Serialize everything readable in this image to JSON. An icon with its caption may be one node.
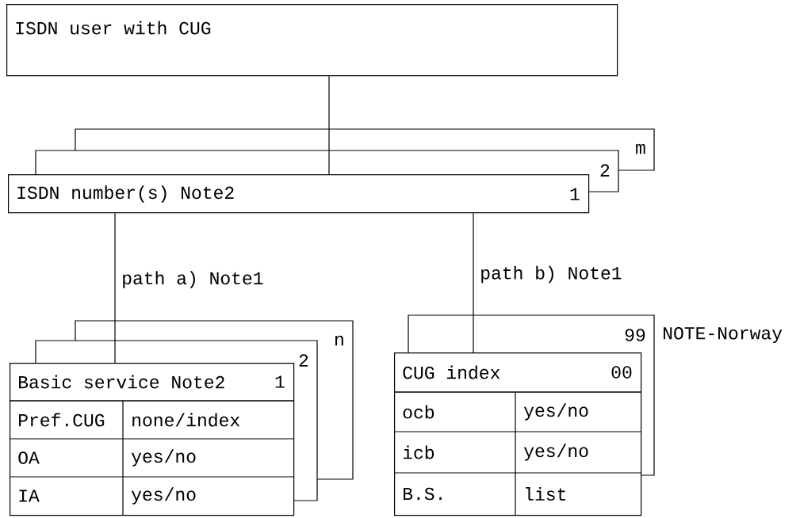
{
  "diagram": {
    "nodes": [
      {
        "text": [
          "ISDN user with CUG"
        ]
      },
      {
        "text": [
          "ISDN number(s) Note2",
          "1"
        ]
      },
      {
        "text": [
          "Basic service Note2",
          "1"
        ]
      },
      {
        "text": [
          "CUG index",
          "00"
        ]
      }
    ],
    "edges": [
      {
        "from": 0,
        "to": 1,
        "arrow": "none"
      },
      {
        "from": 1,
        "to": 2,
        "arrow": "none",
        "label": "path a) Note1"
      },
      {
        "from": 1,
        "to": 3,
        "arrow": "none",
        "label": "path b) Note1"
      }
    ],
    "labels": [
      "m",
      "2",
      "n",
      "2",
      "99",
      "NOTE-Norway",
      "Pref.CUG",
      "none/index",
      "OA",
      "yes/no",
      "IA",
      "yes/no",
      "ocb",
      "yes/no",
      "icb",
      "yes/no",
      "B.S.",
      "list"
    ]
  }
}
